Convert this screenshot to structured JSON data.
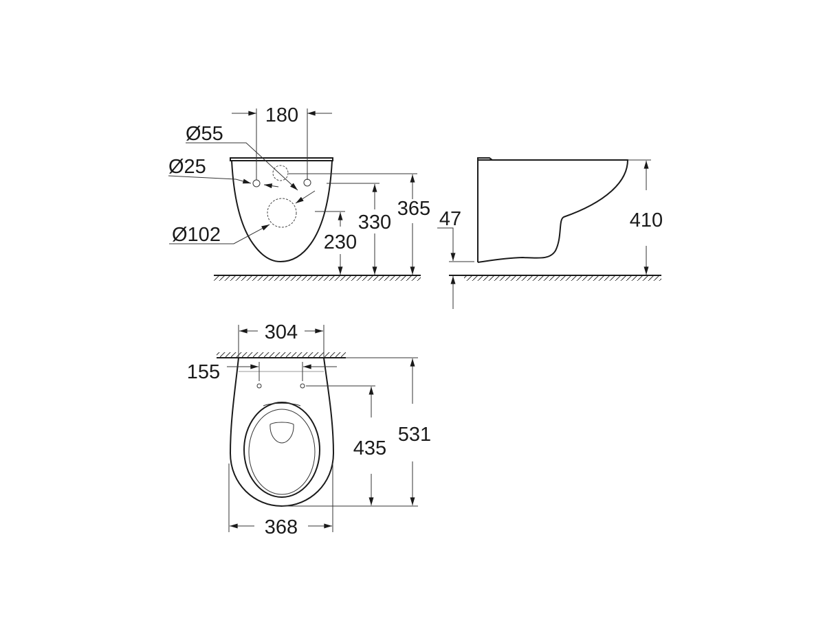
{
  "drawing": {
    "front_view": {
      "width_between_inlets": "180",
      "dia_top_hole": "Ø55",
      "dia_small_holes": "Ø25",
      "dia_outlet": "Ø102",
      "outlet_height": "230",
      "inlet_height": "330",
      "top_hole_height": "365"
    },
    "side_view": {
      "bottom_clearance": "47",
      "total_height": "410"
    },
    "top_view": {
      "rear_width": "304",
      "fixing_distance": "155",
      "fixing_to_front": "435",
      "total_depth": "531",
      "max_width": "368"
    },
    "colors": {
      "line": "#1a1a1a",
      "background": "#ffffff"
    }
  }
}
